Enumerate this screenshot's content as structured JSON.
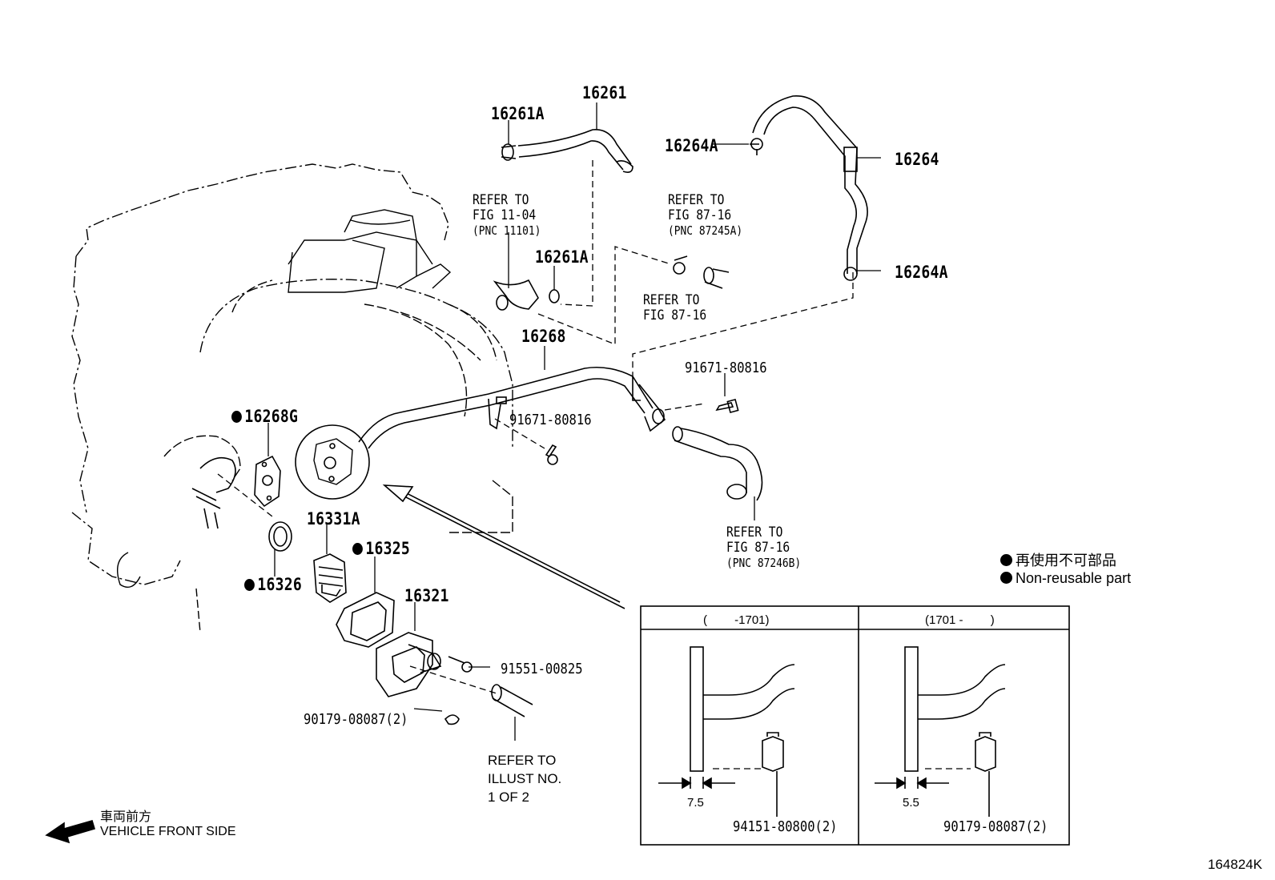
{
  "callouts": {
    "c16261": "16261",
    "c16261A_top": "16261A",
    "c16261A_mid": "16261A",
    "c16264A_left": "16264A",
    "c16264": "16264",
    "c16264A_right": "16264A",
    "c16268": "16268",
    "c16268G": "16268G",
    "c16331A": "16331A",
    "c16325": "16325",
    "c16326": "16326",
    "c16321": "16321"
  },
  "part_numbers": {
    "p91671_right": "91671-80816",
    "p91671_mid": "91671-80816",
    "p91551": "91551-00825",
    "p90179_main": "90179-08087(2)",
    "p94151_inset": "94151-80800(2)",
    "p90179_inset": "90179-08087(2)"
  },
  "references": {
    "ref_fig_11_04": [
      "REFER TO",
      "FIG 11-04",
      "(PNC 11101)"
    ],
    "ref_fig_87_16_a": [
      "REFER TO",
      "FIG 87-16",
      "(PNC 87245A)"
    ],
    "ref_fig_87_16_b": [
      "REFER TO",
      "FIG 87-16"
    ],
    "ref_fig_87_16_c": [
      "REFER TO",
      "FIG 87-16",
      "(PNC 87246B)"
    ],
    "ref_illust": [
      "REFER TO",
      "ILLUST NO.",
      "1 OF 2"
    ]
  },
  "legend": {
    "jp": "再使用不可部品",
    "en": "Non-reusable part"
  },
  "inset": {
    "left_header": "(　　 -1701)",
    "right_header": "(1701 -　　 )",
    "left_dim": "7.5",
    "right_dim": "5.5"
  },
  "front": {
    "jp": "車両前方",
    "en": "VEHICLE FRONT SIDE"
  },
  "figure_number": "164824K"
}
